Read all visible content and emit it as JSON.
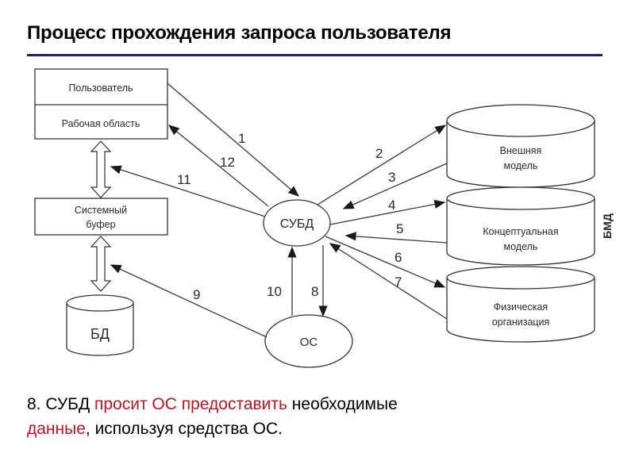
{
  "title": "Процесс прохождения запроса пользователя",
  "colors": {
    "title_rule": "#1f1f7a",
    "highlight": "#c0161f",
    "stroke": "#3a3a3a"
  },
  "diagram": {
    "user_box": {
      "top_label": "Пользователь",
      "bottom_label": "Рабочая область"
    },
    "system_buffer": {
      "line1": "Системный",
      "line2": "буфер"
    },
    "db": "БД",
    "dbms": "СУБД",
    "os": "ОС",
    "bmd_label": "БМД",
    "bmd_layers": [
      {
        "line1": "Внешняя",
        "line2": "модель"
      },
      {
        "line1": "Концептуальная",
        "line2": "модель"
      },
      {
        "line1": "Физическая",
        "line2": "организация"
      }
    ],
    "arrows": [
      {
        "num": "1",
        "from": "Пользователь",
        "to": "СУБД"
      },
      {
        "num": "2",
        "from": "СУБД",
        "to": "Внешняя модель"
      },
      {
        "num": "3",
        "from": "Внешняя модель",
        "to": "СУБД"
      },
      {
        "num": "4",
        "from": "СУБД",
        "to": "Концептуальная модель"
      },
      {
        "num": "5",
        "from": "Концептуальная модель",
        "to": "СУБД"
      },
      {
        "num": "6",
        "from": "СУБД",
        "to": "Физическая организация"
      },
      {
        "num": "7",
        "from": "Физическая организация",
        "to": "СУБД"
      },
      {
        "num": "8",
        "from": "СУБД",
        "to": "ОС"
      },
      {
        "num": "9",
        "from": "ОС",
        "to": "Системный буфер"
      },
      {
        "num": "10",
        "from": "ОС",
        "to": "СУБД"
      },
      {
        "num": "11",
        "from": "СУБД",
        "to": "Системный буфер"
      },
      {
        "num": "12",
        "from": "СУБД",
        "to": "Рабочая область"
      }
    ]
  },
  "caption": {
    "part1": "8. СУБД ",
    "part2_hl": "просит ОС предоставить",
    "part3": " необходимые",
    "part4_hl": "данные",
    "part5": ", используя средства ОС."
  }
}
